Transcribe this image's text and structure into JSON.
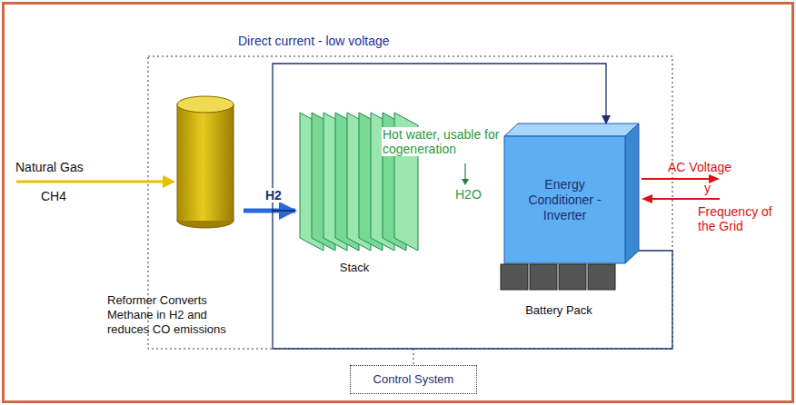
{
  "diagram": {
    "nodes": [
      {
        "text": [
          "Reformer Converts Methane in H2 and reduces CO emissions"
        ]
      },
      {
        "text": [
          "Stack"
        ]
      },
      {
        "text": [
          "Energy Conditioner - Inverter"
        ]
      },
      {
        "text": [
          "Battery Pack"
        ]
      },
      {
        "text": [
          "Control System"
        ]
      }
    ],
    "edges": [
      {
        "from": 0,
        "to": 1,
        "arrow": "to",
        "label": "H2"
      },
      {
        "from": 1,
        "to": 2,
        "arrow": "to",
        "label": "Direct current - low voltage"
      },
      {
        "from": 2,
        "to": 1,
        "arrow": "none"
      }
    ],
    "labels": [
      "Natural Gas",
      "CH4",
      "Hot water, usable for cogeneration",
      "H2O",
      "AC Voltage",
      "y",
      "Frequency of the Grid"
    ]
  }
}
